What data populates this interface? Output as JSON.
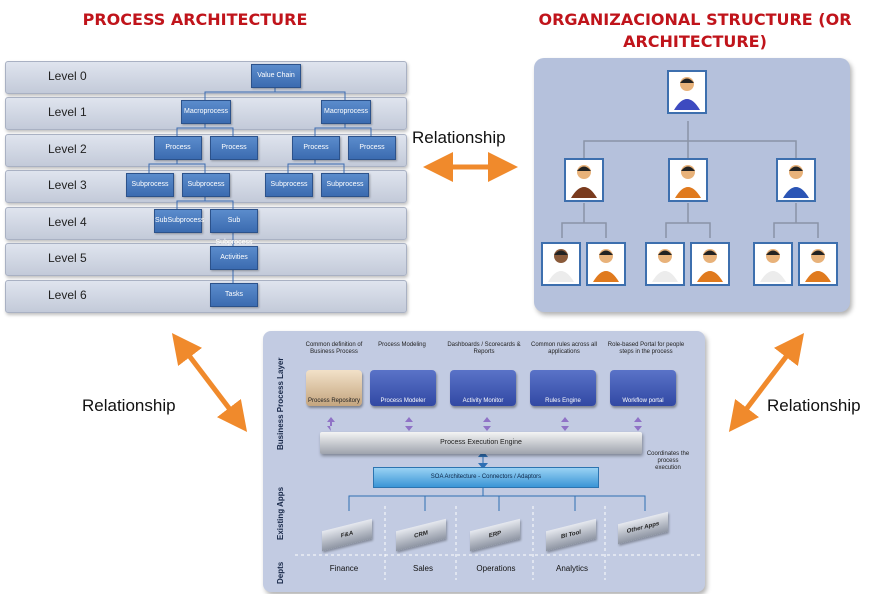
{
  "titles": {
    "process": "PROCESS ARCHITECTURE",
    "org_line1": "ORGANIZACIONAL STRUCTURE (OR",
    "org_line2": "ARCHITECTURE)"
  },
  "levels": [
    "Level 0",
    "Level 1",
    "Level 2",
    "Level 3",
    "Level 4",
    "Level 5",
    "Level 6"
  ],
  "process_boxes": {
    "value_chain": "Value Chain",
    "macro": "Macroprocess",
    "process": "Process",
    "subprocess": "Subprocess",
    "subsub": "SubSubprocess",
    "subsub2": "Sub Subprocess",
    "activities": "Activities",
    "tasks": "Tasks"
  },
  "relationship": "Relationship",
  "soa": {
    "layer_bp": "Business Process Layer",
    "layer_apps": "Existing Apps",
    "layer_depts": "Depts",
    "notes": [
      "Common definition of Business Process",
      "Process Modeling",
      "Dashboards / Scorecards & Reports",
      "Common rules across all applications",
      "Role-based Portal for people steps in the process"
    ],
    "tools": [
      "Process Repository",
      "Process Modeler",
      "Activity Monitor",
      "Rules Engine",
      "Workflow portal"
    ],
    "engine": "Process Execution Engine",
    "coordinates": "Coordinates the process execution",
    "soa_label": "SOA Architecture - Connectors / Adaptors",
    "apps": [
      "F&A",
      "CRM",
      "ERP",
      "BI Tool",
      "Other Apps"
    ],
    "depts": [
      "Finance",
      "Sales",
      "Operations",
      "Analytics"
    ]
  },
  "colors": {
    "title": "#c0141b",
    "box": "#3b6bb0",
    "arrow": "#f08a2c"
  }
}
